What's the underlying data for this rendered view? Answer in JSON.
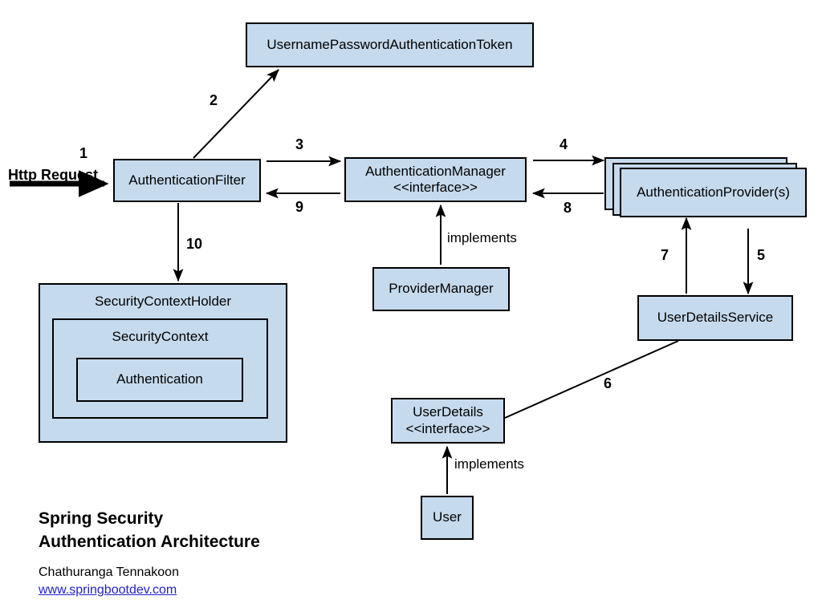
{
  "diagram": {
    "title_line1": "Spring Security",
    "title_line2": "Authentication Architecture",
    "author": "Chathuranga Tennakoon",
    "website": "www.springbootdev.com",
    "colors": {
      "box_fill": "#c6daed",
      "box_border": "#000000",
      "link": "#2222cc",
      "text": "#000000"
    }
  },
  "nodes": {
    "token": {
      "label": "UsernamePasswordAuthenticationToken"
    },
    "auth_filter": {
      "label": "AuthenticationFilter"
    },
    "auth_manager": {
      "line1": "AuthenticationManager",
      "line2": "<<interface>>"
    },
    "auth_provider": {
      "label": "AuthenticationProvider(s)"
    },
    "provider_manager": {
      "label": "ProviderManager"
    },
    "user_details_service": {
      "label": "UserDetailsService"
    },
    "user_details": {
      "line1": "UserDetails",
      "line2": "<<interface>>"
    },
    "user": {
      "label": "User"
    },
    "security_context_holder": {
      "label": "SecurityContextHolder"
    },
    "security_context": {
      "label": "SecurityContext"
    },
    "authentication": {
      "label": "Authentication"
    }
  },
  "flows": {
    "http_request": "Http Request",
    "step1": "1",
    "step2": "2",
    "step3": "3",
    "step4": "4",
    "step5": "5",
    "step6": "6",
    "step7": "7",
    "step8": "8",
    "step9": "9",
    "step10": "10",
    "implements_manager": "implements",
    "implements_user": "implements"
  }
}
